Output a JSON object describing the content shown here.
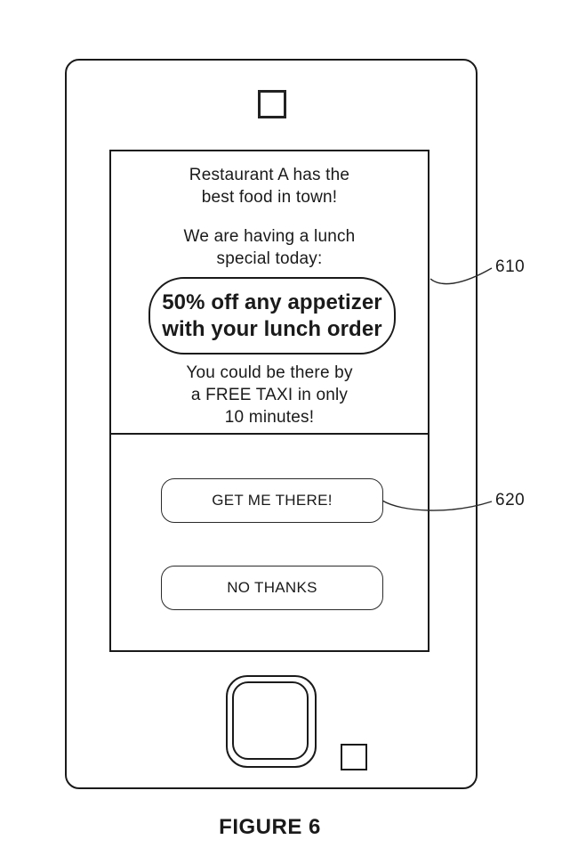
{
  "colors": {
    "ink": "#1a1a1a",
    "background": "#ffffff"
  },
  "figure": {
    "caption": "FIGURE 6"
  },
  "notification": {
    "intro": "Restaurant A has the\nbest food in town!",
    "special": "We are having a lunch\nspecial today:",
    "offer": "50% off any appetizer\nwith your lunch order",
    "taxi": "You could be there by\na FREE TAXI in only\n10 minutes!"
  },
  "buttons": {
    "primary": "GET ME THERE!",
    "secondary": "NO THANKS"
  },
  "reference_labels": {
    "notification_screen": "610",
    "primary_button": "620"
  }
}
